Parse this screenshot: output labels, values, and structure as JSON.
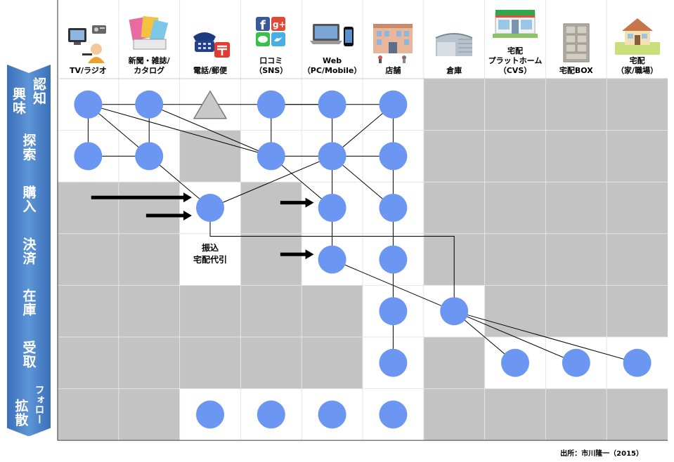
{
  "columns": [
    {
      "label": "TV/ラジオ",
      "icon": "tv-radio-icon"
    },
    {
      "label": "新聞・雑誌/\nカタログ",
      "icon": "magazine-icon"
    },
    {
      "label": "電話/郵便",
      "icon": "phone-post-icon"
    },
    {
      "label": "口コミ\n（SNS）",
      "icon": "sns-icon"
    },
    {
      "label": "Web\n（PC/Mobile）",
      "icon": "pc-mobile-icon"
    },
    {
      "label": "店舗",
      "icon": "store-icon"
    },
    {
      "label": "倉庫",
      "icon": "warehouse-icon"
    },
    {
      "label": "宅配\nプラットホーム\n（CVS）",
      "icon": "convenience-store-icon"
    },
    {
      "label": "宅配BOX",
      "icon": "delivery-box-icon"
    },
    {
      "label": "宅配\n（家/職場）",
      "icon": "house-icon"
    }
  ],
  "rows": [
    {
      "label": "認知興味",
      "chars": [
        "認",
        "知"
      ],
      "chars2": [
        "興",
        "味"
      ]
    },
    {
      "label": "探索",
      "chars": [
        "探",
        "索"
      ]
    },
    {
      "label": "購入",
      "chars": [
        "購",
        "入"
      ]
    },
    {
      "label": "決済",
      "chars": [
        "決",
        "済"
      ]
    },
    {
      "label": "在庫",
      "chars": [
        "在",
        "庫"
      ]
    },
    {
      "label": "受取",
      "chars": [
        "受",
        "取"
      ]
    },
    {
      "label": "拡散フォロー",
      "chars": [
        "拡",
        "散"
      ],
      "chars2": [
        "フォロー"
      ]
    }
  ],
  "cell_note": {
    "line1": "振込",
    "line2": "宅配代引"
  },
  "source": "出所：市川隆一（2015）",
  "colors": {
    "node": "#6b96f2",
    "gray_cell": "#c3c3c3",
    "white_cell": "#ffffff",
    "grid_line": "#e4e4e4",
    "tab_blue": "#4a82c8",
    "arrow": "#000000"
  },
  "gray_cells": [
    [
      0,
      6
    ],
    [
      0,
      7
    ],
    [
      0,
      8
    ],
    [
      0,
      9
    ],
    [
      1,
      2
    ],
    [
      1,
      6
    ],
    [
      1,
      7
    ],
    [
      1,
      8
    ],
    [
      1,
      9
    ],
    [
      2,
      0
    ],
    [
      2,
      1
    ],
    [
      2,
      3
    ],
    [
      2,
      6
    ],
    [
      2,
      7
    ],
    [
      2,
      8
    ],
    [
      2,
      9
    ],
    [
      3,
      0
    ],
    [
      3,
      1
    ],
    [
      3,
      3
    ],
    [
      3,
      6
    ],
    [
      3,
      7
    ],
    [
      3,
      8
    ],
    [
      3,
      9
    ],
    [
      4,
      0
    ],
    [
      4,
      1
    ],
    [
      4,
      2
    ],
    [
      4,
      3
    ],
    [
      4,
      4
    ],
    [
      4,
      7
    ],
    [
      4,
      8
    ],
    [
      4,
      9
    ],
    [
      5,
      0
    ],
    [
      5,
      1
    ],
    [
      5,
      2
    ],
    [
      5,
      3
    ],
    [
      5,
      4
    ],
    [
      5,
      6
    ],
    [
      6,
      0
    ],
    [
      6,
      1
    ],
    [
      6,
      6
    ],
    [
      6,
      7
    ],
    [
      6,
      8
    ],
    [
      6,
      9
    ]
  ],
  "nodes": [
    {
      "id": "a",
      "row": 0,
      "col": 0,
      "shape": "circle"
    },
    {
      "id": "b",
      "row": 0,
      "col": 1,
      "shape": "circle"
    },
    {
      "id": "c",
      "row": 0,
      "col": 2,
      "shape": "triangle"
    },
    {
      "id": "d",
      "row": 0,
      "col": 3,
      "shape": "circle"
    },
    {
      "id": "e",
      "row": 0,
      "col": 4,
      "shape": "circle"
    },
    {
      "id": "f",
      "row": 0,
      "col": 5,
      "shape": "circle"
    },
    {
      "id": "g",
      "row": 1,
      "col": 0,
      "shape": "circle"
    },
    {
      "id": "h",
      "row": 1,
      "col": 1,
      "shape": "circle"
    },
    {
      "id": "i",
      "row": 1,
      "col": 3,
      "shape": "circle"
    },
    {
      "id": "j",
      "row": 1,
      "col": 4,
      "shape": "circle"
    },
    {
      "id": "k",
      "row": 1,
      "col": 5,
      "shape": "circle"
    },
    {
      "id": "l",
      "row": 2,
      "col": 2,
      "shape": "circle"
    },
    {
      "id": "m",
      "row": 2,
      "col": 4,
      "shape": "circle"
    },
    {
      "id": "n",
      "row": 2,
      "col": 5,
      "shape": "circle"
    },
    {
      "id": "o",
      "row": 3,
      "col": 4,
      "shape": "circle"
    },
    {
      "id": "p",
      "row": 3,
      "col": 5,
      "shape": "circle"
    },
    {
      "id": "q",
      "row": 4,
      "col": 5,
      "shape": "circle"
    },
    {
      "id": "r",
      "row": 4,
      "col": 6,
      "shape": "circle"
    },
    {
      "id": "s",
      "row": 5,
      "col": 5,
      "shape": "circle"
    },
    {
      "id": "t",
      "row": 5,
      "col": 7,
      "shape": "circle"
    },
    {
      "id": "u",
      "row": 5,
      "col": 8,
      "shape": "circle"
    },
    {
      "id": "v",
      "row": 5,
      "col": 9,
      "shape": "circle"
    },
    {
      "id": "w",
      "row": 6,
      "col": 2,
      "shape": "circle"
    },
    {
      "id": "x",
      "row": 6,
      "col": 3,
      "shape": "circle"
    },
    {
      "id": "y",
      "row": 6,
      "col": 4,
      "shape": "circle"
    },
    {
      "id": "z",
      "row": 6,
      "col": 5,
      "shape": "circle"
    }
  ],
  "edges": [
    [
      "a",
      "f"
    ],
    [
      "a",
      "g"
    ],
    [
      "a",
      "i"
    ],
    [
      "a",
      "h"
    ],
    [
      "b",
      "h"
    ],
    [
      "b",
      "i"
    ],
    [
      "d",
      "e"
    ],
    [
      "d",
      "i"
    ],
    [
      "e",
      "j"
    ],
    [
      "f",
      "k"
    ],
    [
      "g",
      "h"
    ],
    [
      "h",
      "l"
    ],
    [
      "i",
      "j"
    ],
    [
      "i",
      "m"
    ],
    [
      "j",
      "k"
    ],
    [
      "j",
      "l"
    ],
    [
      "j",
      "f"
    ],
    [
      "j",
      "m"
    ],
    [
      "j",
      "n"
    ],
    [
      "k",
      "n"
    ],
    [
      "m",
      "o"
    ],
    [
      "n",
      "p"
    ],
    [
      "p",
      "q"
    ],
    [
      "o",
      "r"
    ],
    [
      "q",
      "s"
    ],
    [
      "r",
      "t"
    ],
    [
      "r",
      "u"
    ],
    [
      "r",
      "v"
    ]
  ],
  "elbow_edges": [
    {
      "from": "l",
      "to": "r"
    }
  ],
  "arrows": [
    {
      "row": 2,
      "col_from": 0.55,
      "col_to": 2.2,
      "offset": -0.2
    },
    {
      "row": 2,
      "col_from": 1.45,
      "col_to": 2.2,
      "offset": 0.15
    },
    {
      "row": 2,
      "col_from": 3.65,
      "col_to": 4.2,
      "offset": -0.1
    },
    {
      "row": 3,
      "col_from": 3.65,
      "col_to": 4.2,
      "offset": -0.1
    }
  ]
}
